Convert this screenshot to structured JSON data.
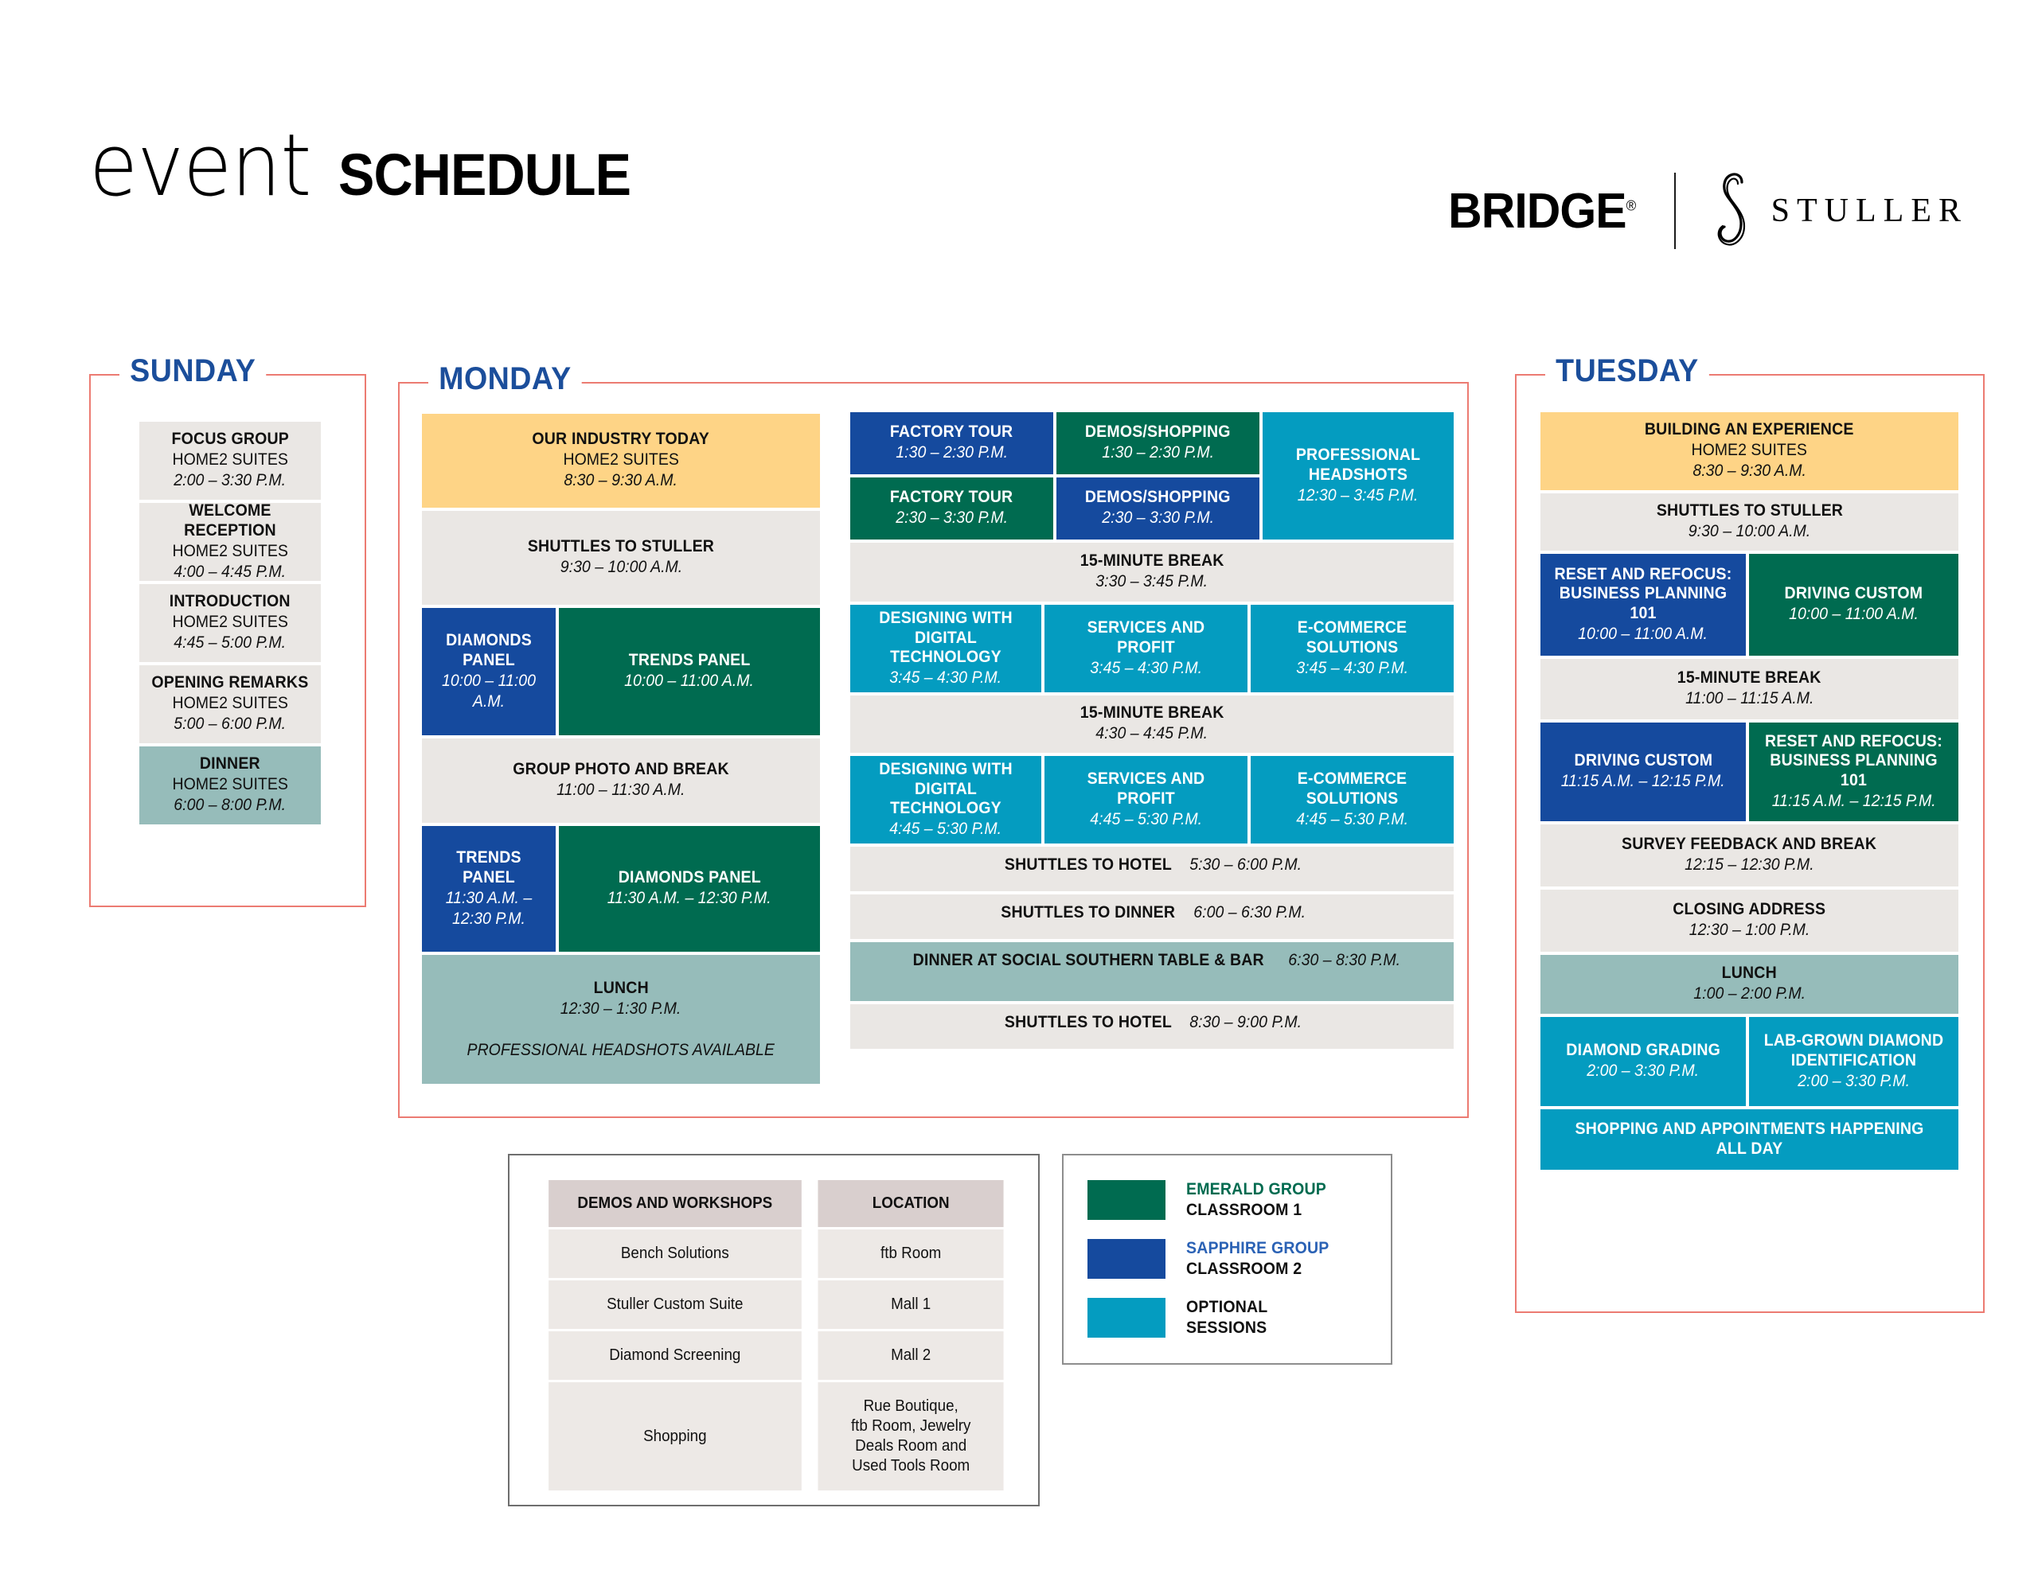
{
  "header": {
    "title_part1": "event",
    "title_part2": "SCHEDULE",
    "logo_bridge": "BRIDGE",
    "logo_bridge_mark": "®",
    "logo_stuller": "STULLER"
  },
  "colors": {
    "frame": "#EC7B72",
    "day_label": "#1B4E9B",
    "grey": "#EAE7E4",
    "sage": "#96BCBA",
    "yellow": "#FED486",
    "emerald": "#006B50",
    "sapphire": "#154A9E",
    "optional": "#049CC0"
  },
  "days": {
    "sunday": {
      "label": "SUNDAY",
      "blocks": [
        {
          "title": "FOCUS GROUP",
          "venue": "HOME2 SUITES",
          "time": "2:00 – 3:30 P.M.",
          "color": "grey"
        },
        {
          "title": "WELCOME RECEPTION",
          "venue": "HOME2 SUITES",
          "time": "4:00 – 4:45 P.M.",
          "color": "grey"
        },
        {
          "title": "INTRODUCTION",
          "venue": "HOME2 SUITES",
          "time": "4:45 – 5:00 P.M.",
          "color": "grey"
        },
        {
          "title": "OPENING REMARKS",
          "venue": "HOME2 SUITES",
          "time": "5:00 – 6:00 P.M.",
          "color": "grey"
        },
        {
          "title": "DINNER",
          "venue": "HOME2 SUITES",
          "time": "6:00 – 8:00 P.M.",
          "color": "sage"
        }
      ]
    },
    "monday": {
      "label": "MONDAY",
      "left": {
        "b1": {
          "title": "OUR INDUSTRY TODAY",
          "venue": "HOME2 SUITES",
          "time": "8:30 – 9:30 A.M."
        },
        "b2": {
          "title": "SHUTTLES TO STULLER",
          "time": "9:30 – 10:00 A.M."
        },
        "b3a": {
          "title": "DIAMONDS PANEL",
          "time": "10:00 – 11:00 A.M."
        },
        "b3b": {
          "title": "TRENDS PANEL",
          "time": "10:00 – 11:00 A.M."
        },
        "b4": {
          "title": "GROUP PHOTO AND BREAK",
          "time": "11:00 – 11:30 A.M."
        },
        "b5a": {
          "title": "TRENDS PANEL",
          "time": "11:30 A.M. – 12:30 P.M."
        },
        "b5b": {
          "title": "DIAMONDS PANEL",
          "time": "11:30 A.M. – 12:30 P.M."
        },
        "b6": {
          "title": "LUNCH",
          "time": "12:30 – 1:30 P.M.",
          "note": "PROFESSIONAL HEADSHOTS AVAILABLE"
        }
      },
      "right": {
        "r1a": {
          "title": "FACTORY TOUR",
          "time": "1:30 – 2:30 P.M."
        },
        "r1b": {
          "title": "DEMOS/SHOPPING",
          "time": "1:30 – 2:30 P.M."
        },
        "r2a": {
          "title": "FACTORY TOUR",
          "time": "2:30 – 3:30 P.M."
        },
        "r2b": {
          "title": "DEMOS/SHOPPING",
          "time": "2:30 – 3:30 P.M."
        },
        "headshots": {
          "title": "PROFESSIONAL HEADSHOTS",
          "time": "12:30 – 3:45 P.M."
        },
        "break1": {
          "title": "15-MINUTE BREAK",
          "time": "3:30 – 3:45 P.M."
        },
        "r3a": {
          "title": "DESIGNING WITH DIGITAL TECHNOLOGY",
          "time": "3:45 – 4:30 P.M."
        },
        "r3b": {
          "title": "SERVICES AND PROFIT",
          "time": "3:45 – 4:30 P.M."
        },
        "r3c": {
          "title": "E-COMMERCE SOLUTIONS",
          "time": "3:45 – 4:30 P.M."
        },
        "break2": {
          "title": "15-MINUTE BREAK",
          "time": "4:30 – 4:45 P.M."
        },
        "r4a": {
          "title": "DESIGNING WITH DIGITAL TECHNOLOGY",
          "time": "4:45 – 5:30 P.M."
        },
        "r4b": {
          "title": "SERVICES AND PROFIT",
          "time": "4:45 – 5:30 P.M."
        },
        "r4c": {
          "title": "E-COMMERCE SOLUTIONS",
          "time": "4:45 – 5:30 P.M."
        },
        "s1": {
          "title": "SHUTTLES TO HOTEL",
          "time": "5:30 – 6:00 P.M."
        },
        "s2": {
          "title": "SHUTTLES TO DINNER",
          "time": "6:00 – 6:30 P.M."
        },
        "dinner": {
          "title": "DINNER AT SOCIAL SOUTHERN TABLE & BAR",
          "time": "6:30 – 8:30 P.M."
        },
        "s3": {
          "title": "SHUTTLES TO HOTEL",
          "time": "8:30 – 9:00 P.M."
        }
      }
    },
    "tuesday": {
      "label": "TUESDAY",
      "t1": {
        "title": "BUILDING AN EXPERIENCE",
        "venue": "HOME2 SUITES",
        "time": "8:30 – 9:30 A.M."
      },
      "t2": {
        "title": "SHUTTLES TO STULLER",
        "time": "9:30 – 10:00 A.M."
      },
      "t3a": {
        "title": "RESET AND REFOCUS: BUSINESS PLANNING 101",
        "time": "10:00 – 11:00 A.M."
      },
      "t3b": {
        "title": "DRIVING CUSTOM",
        "time": "10:00 – 11:00 A.M."
      },
      "t4": {
        "title": "15-MINUTE BREAK",
        "time": "11:00 – 11:15 A.M."
      },
      "t5a": {
        "title": "DRIVING CUSTOM",
        "time": "11:15 A.M. – 12:15 P.M."
      },
      "t5b": {
        "title": "RESET AND REFOCUS: BUSINESS PLANNING 101",
        "time": "11:15 A.M. – 12:15 P.M."
      },
      "t6": {
        "title": "SURVEY FEEDBACK AND BREAK",
        "time": "12:15 – 12:30 P.M."
      },
      "t7": {
        "title": "CLOSING ADDRESS",
        "time": "12:30 – 1:00 P.M."
      },
      "t8": {
        "title": "LUNCH",
        "time": "1:00 – 2:00 P.M."
      },
      "t9a": {
        "title": "DIAMOND GRADING",
        "time": "2:00 – 3:30 P.M."
      },
      "t9b": {
        "title": "LAB-GROWN DIAMOND IDENTIFICATION",
        "time": "2:00 – 3:30 P.M."
      },
      "t10": {
        "title": "SHOPPING AND APPOINTMENTS HAPPENING ALL DAY"
      }
    }
  },
  "demos_table": {
    "headers": [
      "DEMOS AND WORKSHOPS",
      "LOCATION"
    ],
    "rows": [
      [
        "Bench Solutions",
        "ftb Room"
      ],
      [
        "Stuller Custom Suite",
        "Mall 1"
      ],
      [
        "Diamond Screening",
        "Mall 2"
      ],
      [
        "Shopping",
        "Rue Boutique,\nftb Room, Jewelry\nDeals Room  and\nUsed Tools Room"
      ]
    ]
  },
  "legend": {
    "items": [
      {
        "group": "EMERALD GROUP",
        "room": "CLASSROOM 1",
        "color": "#006B50",
        "text_color": "#006B50"
      },
      {
        "group": "SAPPHIRE GROUP",
        "room": "CLASSROOM 2",
        "color": "#154A9E",
        "text_color": "#2B62B5"
      },
      {
        "group": "OPTIONAL",
        "room": "SESSIONS",
        "color": "#049CC0",
        "text_color": "#111111"
      }
    ]
  }
}
